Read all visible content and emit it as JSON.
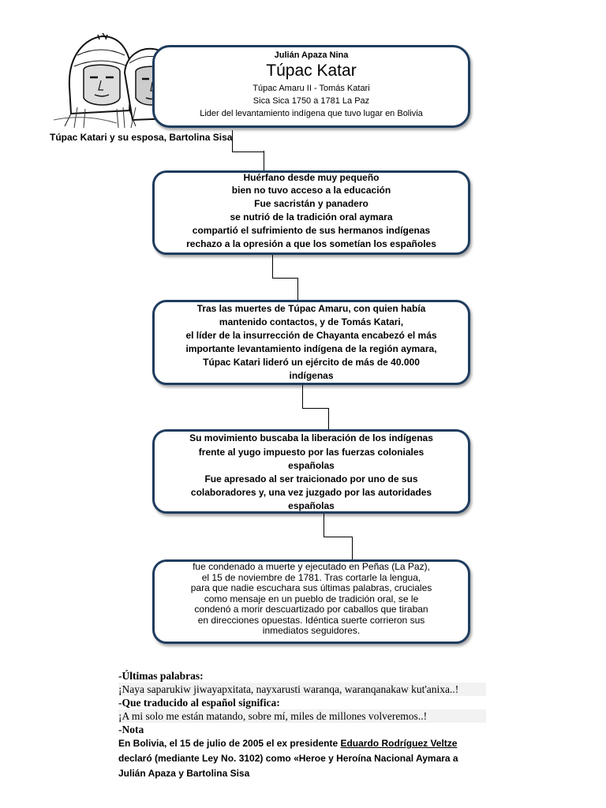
{
  "header": {
    "author": "Julián Apaza Nina",
    "title": "Túpac Katar",
    "line1": "Túpac Amaru II - Tomás Katari",
    "line2": "Sica Sica 1750 a 1781 La Paz",
    "line3": "Lider del levantamiento indígena que tuvo lugar en Bolivia"
  },
  "image": {
    "caption": "Túpac Katari y su esposa, Bartolina Sisa"
  },
  "box2": {
    "lines": [
      "Huérfano desde muy pequeño",
      "bien no tuvo acceso a la educación",
      "Fue sacristán y panadero",
      "se nutrió de la tradición oral aymara",
      "compartió el sufrimiento de sus hermanos indígenas",
      "rechazo a la opresión a que los sometían los españoles"
    ]
  },
  "box3": {
    "l1a": "Tras las muertes de ",
    "l1b": "Túpac Amaru",
    "l1c": ", con quien había",
    "l2a": "mantenido contactos, y de ",
    "l2b": "Tomás Katari",
    "l2c": ",",
    "l3": "el líder de la insurrección de Chayanta encabezó el más",
    "l4": "importante levantamiento indígena de la región aymara,",
    "l5": "Túpac Katari lideró un ejército de más de 40.000",
    "l6": "indígenas"
  },
  "box4": {
    "lines": [
      "Su movimiento buscaba la liberación de los indígenas",
      "frente al yugo impuesto por las fuerzas coloniales",
      "españolas",
      "Fue apresado al ser traicionado por uno de sus",
      "colaboradores y, una vez juzgado por las autoridades",
      "españolas"
    ]
  },
  "box5": {
    "lines": [
      "fue condenado a muerte y ejecutado en Peñas (La Paz),",
      "el 15 de noviembre de 1781. Tras cortarle la lengua,",
      "para que nadie escuchara sus últimas palabras, cruciales",
      "como mensaje en un pueblo de tradición oral, se le",
      "condenó a morir descuartizado por caballos que tiraban",
      "en direcciones opuestas. Idéntica suerte corrieron sus",
      "inmediatos seguidores."
    ]
  },
  "notes": {
    "h1": "-Últimas palabras:",
    "t1": "¡Naya saparukiw jiwayapxitata, nayxarusti waranqa, waranqanakaw kut'anixa..!",
    "h2": "-Que traducido al español significa:",
    "t2": "¡A mi solo me están matando, sobre mí, miles de millones volveremos..!",
    "h3": "-Nota",
    "p1a": "En Bolivia, el 15 de julio de 2005 el ex presidente ",
    "p1link": "Eduardo Rodríguez Veltze",
    "p2": "declaró (mediante Ley No. 3102) como «Heroe y Heroína Nacional Aymara a",
    "p3": "Julián Apaza y Bartolina Sisa"
  }
}
